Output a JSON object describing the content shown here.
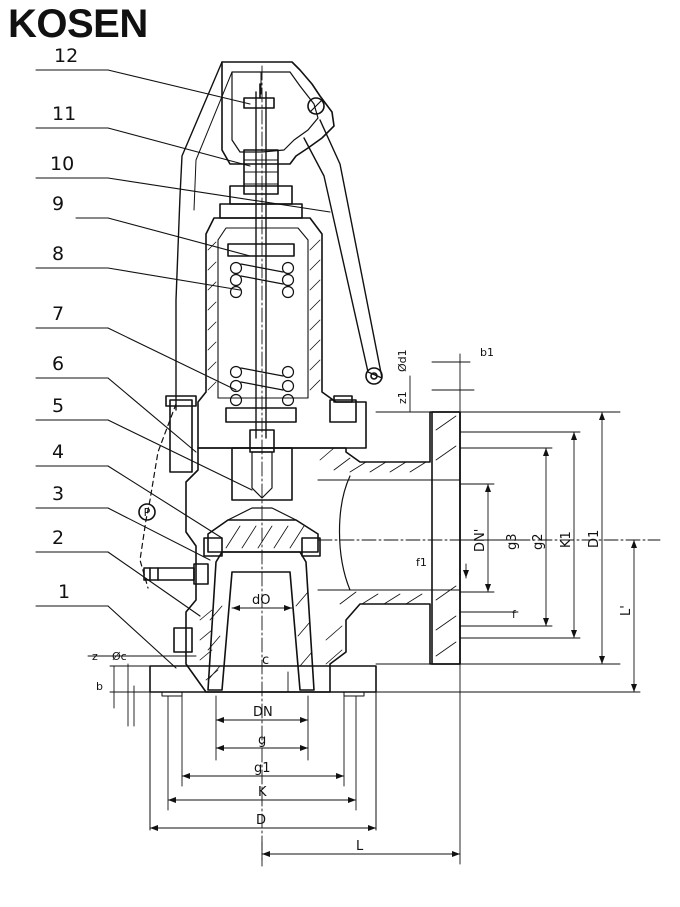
{
  "brand": {
    "logo_text": "KOSEN"
  },
  "part_numbers": [
    "12",
    "11",
    "10",
    "9",
    "8",
    "7",
    "6",
    "5",
    "4",
    "3",
    "2",
    "1"
  ],
  "dimensions": {
    "left_side": {
      "z": "z",
      "dc": "Øc",
      "b": "b"
    },
    "bottom": {
      "DN": "DN",
      "g": "g",
      "g1": "g1",
      "K": "K",
      "D": "D",
      "L": "L"
    },
    "throat": {
      "dO": "dO",
      "c": "c"
    },
    "right": {
      "b1": "b1",
      "d1": "Ød1",
      "z1": "z1",
      "DN1": "DN'",
      "g3": "g3",
      "g2": "g2",
      "K1": "K1",
      "D1": "D1",
      "L1": "L'",
      "f1": "f1",
      "f": "f"
    }
  }
}
